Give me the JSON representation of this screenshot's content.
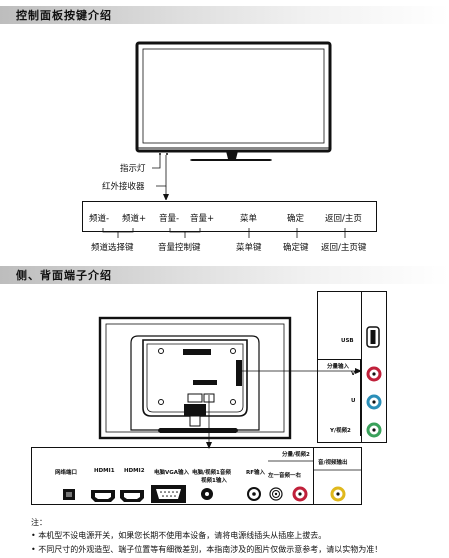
{
  "section1": {
    "title": "控制面板按键介绍"
  },
  "tv_front": {
    "indicator_label": "指示灯",
    "ir_label": "红外接收器"
  },
  "panel": {
    "buttons": [
      "频道-",
      "频道+",
      "音量-",
      "音量+",
      "菜单",
      "确定",
      "返回/主页"
    ],
    "groups": [
      "频道选择键",
      "音量控制键",
      "菜单键",
      "确定键",
      "返回/主页键"
    ]
  },
  "section2": {
    "title": "侧、背面端子介绍"
  },
  "side_ports": {
    "usb": "USB",
    "component_in": "分量输入",
    "v": "V",
    "u": "U",
    "y_video2": "Y/视频2"
  },
  "bottom_ports": {
    "network": "网络端口",
    "hdmi1": "HDMI1",
    "hdmi2": "HDMI2",
    "vga": "电脑VGA输入",
    "pc_audio": "电脑/视频1音频",
    "pc_audio_line2": "视频1输入",
    "rf": "RF输入",
    "av_label": "分量/视频2",
    "av_sub": "左一音频一右",
    "audio_out": "音/视频输出"
  },
  "notes": {
    "heading": "注：",
    "items": [
      "• 本机型不设电源开关，如果您长期不使用本设备，请将电源线插头从插座上拔去。",
      "• 不同尺寸的外观造型、端子位置等有细微差别，本指南涉及的图片仅做示意参考，请以实物为准！"
    ]
  }
}
